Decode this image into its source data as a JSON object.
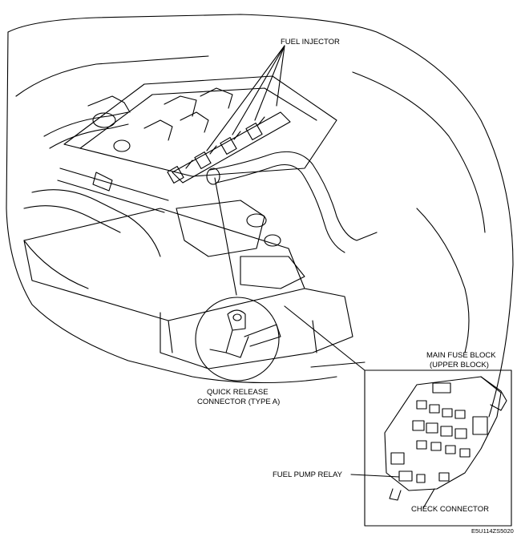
{
  "labels": {
    "fuel_injector": "FUEL INJECTOR",
    "quick_release_line1": "QUICK RELEASE",
    "quick_release_line2": "CONNECTOR (TYPE A)",
    "main_fuse_block_line1": "MAIN FUSE BLOCK",
    "main_fuse_block_line2": "(UPPER BLOCK)",
    "fuel_pump_relay": "FUEL PUMP RELAY",
    "check_connector": "CHECK CONNECTOR",
    "figure_code": "E5U114ZS5020"
  },
  "colors": {
    "line": "#000000",
    "background": "#ffffff"
  }
}
